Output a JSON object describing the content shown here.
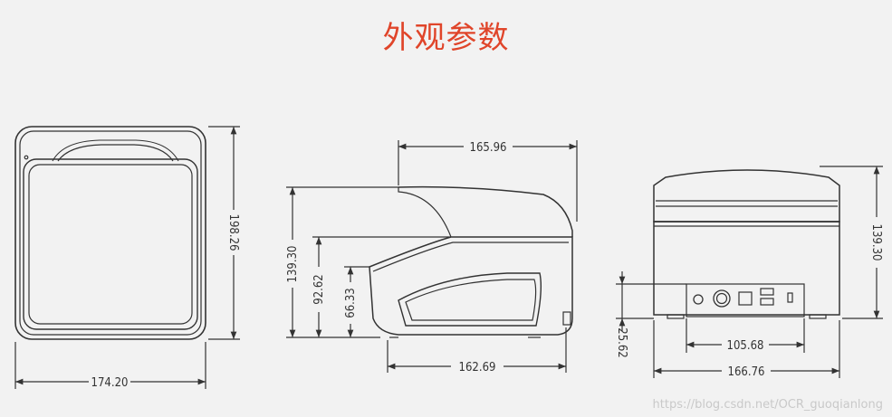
{
  "title": "外观参数",
  "dimensions": {
    "front_width": "174.20",
    "front_height": "198.26",
    "side_top_length": "165.96",
    "side_height": "139.30",
    "side_mid_height": "92.62",
    "side_low_height": "66.33",
    "side_base_length": "162.69",
    "back_height": "139.30",
    "back_port_height": "25.62",
    "back_port_width": "105.68",
    "back_width": "166.76"
  },
  "watermark": "https://blog.csdn.net/OCR_guoqianlong",
  "colors": {
    "title": "#e0452a",
    "line": "#333333",
    "background": "#f2f2f2"
  }
}
